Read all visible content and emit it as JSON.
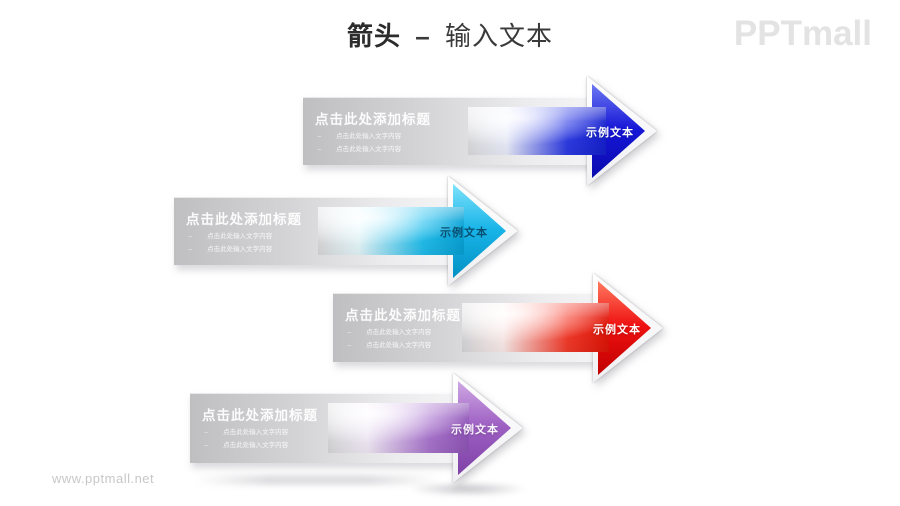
{
  "slide": {
    "title": {
      "emphasis": "箭头",
      "separator": "–",
      "rest": "输入文本"
    },
    "logo": "PPTmall",
    "watermark": "www.pptmall.net",
    "bullet_marker": "–"
  },
  "banners": [
    {
      "color_name": "blue",
      "title": "点击此处添加标题",
      "bullets": [
        "点击此处输入文字内容",
        "点击此处输入文字内容"
      ],
      "arrow_label": "示例文本",
      "colors": {
        "hLight": "#6d79f2",
        "hMain": "#1616d6",
        "hDark": "#0a0aae",
        "sLight": "#eef1ff",
        "sMain": "#2e3ce6",
        "sDark": "#1520cf",
        "label": "#ffffff"
      }
    },
    {
      "color_name": "cyan",
      "title": "点击此处添加标题",
      "bullets": [
        "点击此处输入文字内容",
        "点击此处输入文字内容"
      ],
      "arrow_label": "示例文本",
      "colors": {
        "hLight": "#7de2fb",
        "hMain": "#18b4e8",
        "hDark": "#0390c4",
        "sLight": "#e8fbff",
        "sMain": "#22c0ef",
        "sDark": "#08a2d6",
        "label": "#0a4f70"
      }
    },
    {
      "color_name": "red",
      "title": "点击此处添加标题",
      "bullets": [
        "点击此处输入文字内容",
        "点击此处输入文字内容"
      ],
      "arrow_label": "示例文本",
      "colors": {
        "hLight": "#ff7a60",
        "hMain": "#ee1010",
        "hDark": "#c00000",
        "sLight": "#ffefed",
        "sMain": "#f63b2a",
        "sDark": "#e01407",
        "label": "#ffffff"
      }
    },
    {
      "color_name": "purple",
      "title": "点击此处添加标题",
      "bullets": [
        "点击此处输入文字内容",
        "点击此处输入文字内容"
      ],
      "arrow_label": "示例文本",
      "colors": {
        "hLight": "#cfa8e4",
        "hMain": "#9d5fc2",
        "hDark": "#7e41a6",
        "sLight": "#f6eefb",
        "sMain": "#ab76d0",
        "sDark": "#9055b8",
        "label": "#faf4fd"
      }
    }
  ]
}
